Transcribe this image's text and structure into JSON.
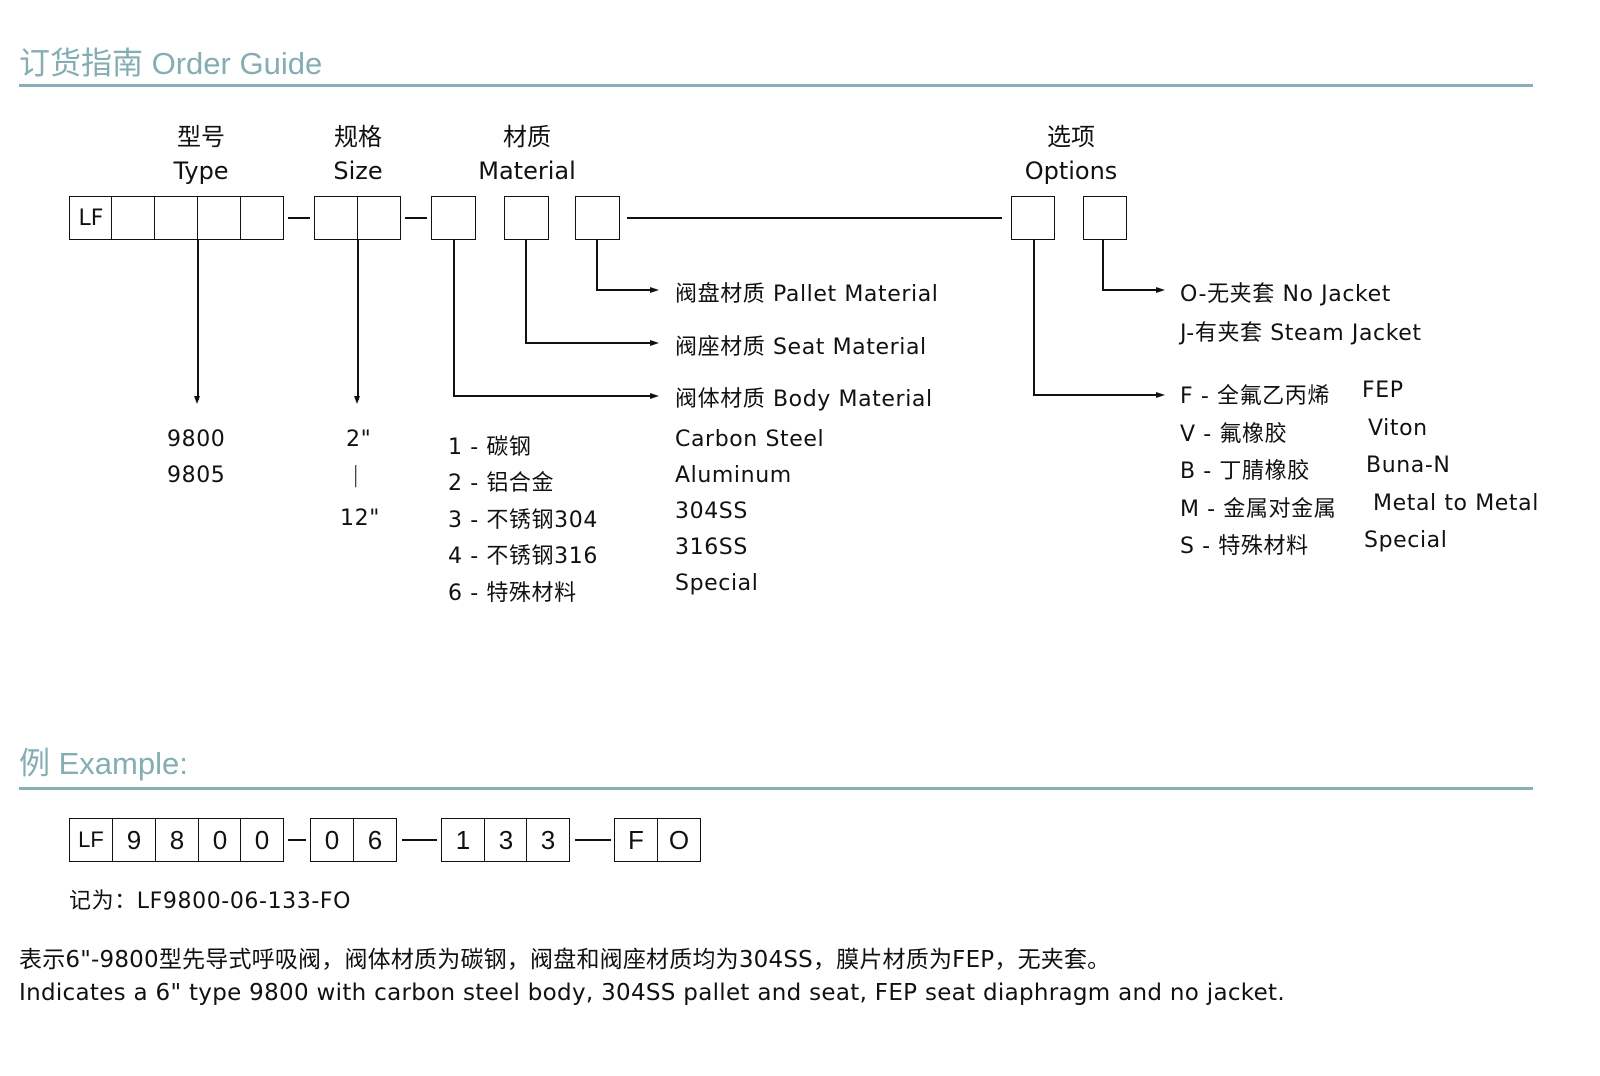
{
  "order_guide": {
    "title": "订货指南 Order Guide",
    "columns": {
      "type": {
        "zh": "型号",
        "en": "Type"
      },
      "size": {
        "zh": "规格",
        "en": "Size"
      },
      "material": {
        "zh": "材质",
        "en": "Material"
      },
      "options": {
        "zh": "选项",
        "en": "Options"
      }
    },
    "prefix_box": "LF",
    "material_labels": {
      "pallet": "阀盘材质 Pallet Material",
      "seat": "阀座材质 Seat Material",
      "body": "阀体材质 Body Material"
    },
    "type_values": [
      "9800",
      "9805"
    ],
    "size_range": {
      "min": "2\"",
      "separator": "|",
      "max": "12\""
    },
    "body_materials": [
      {
        "code": "1 - 碳钢",
        "en": "Carbon Steel"
      },
      {
        "code": "2 - 铝合金",
        "en": "Aluminum"
      },
      {
        "code": "3 - 不锈钢304",
        "en": "304SS"
      },
      {
        "code": "4 - 不锈钢316",
        "en": "316SS"
      },
      {
        "code": "6 - 特殊材料",
        "en": "Special"
      }
    ],
    "jacket_options": [
      "O-无夹套 No Jacket",
      "J-有夹套 Steam Jacket"
    ],
    "diaphragm_options": [
      {
        "code": "F - 全氟乙丙烯",
        "en": "FEP"
      },
      {
        "code": "V - 氟橡胶",
        "en": "Viton"
      },
      {
        "code": "B - 丁腈橡胶",
        "en": "Buna-N"
      },
      {
        "code": "M - 金属对金属",
        "en": "Metal to Metal"
      },
      {
        "code": "S - 特殊材料",
        "en": "Special"
      }
    ]
  },
  "example": {
    "title": "例 Example:",
    "boxes": {
      "type": [
        "LF",
        "9",
        "8",
        "0",
        "0"
      ],
      "size": [
        "0",
        "6"
      ],
      "material": [
        "1",
        "3",
        "3"
      ],
      "options": [
        "F",
        "O"
      ]
    },
    "recorded_as": "记为：LF9800-06-133-FO",
    "description_zh": "表示6\"-9800型先导式呼吸阀，阀体材质为碳钢，阀盘和阀座材质均为304SS，膜片材质为FEP，无夹套。",
    "description_en": "Indicates a 6\" type 9800 with carbon steel body, 304SS pallet and seat, FEP seat diaphragm and no jacket."
  },
  "colors": {
    "accent": "#84aeb3",
    "text": "#111111"
  }
}
